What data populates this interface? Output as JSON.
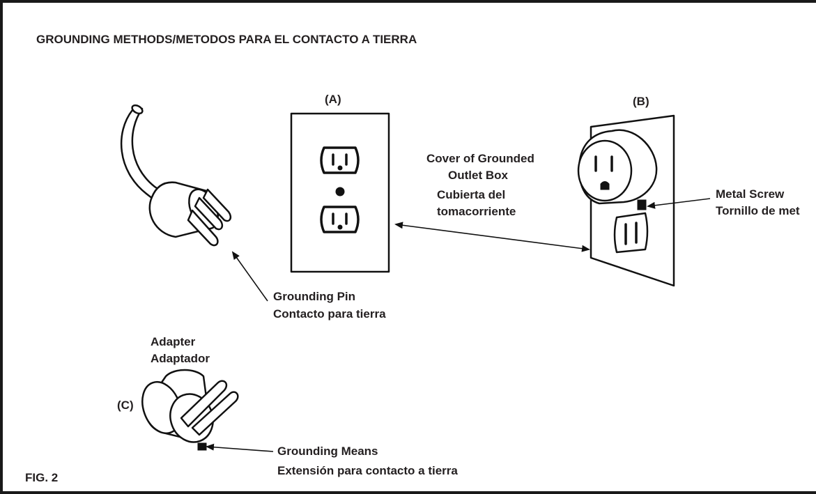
{
  "title": "GROUNDING METHODS/METODOS PARA EL CONTACTO A TIERRA",
  "figure_label": "FIG. 2",
  "labels": {
    "a": "(A)",
    "b": "(B)",
    "c": "(C)",
    "cover_en_1": "Cover of Grounded",
    "cover_en_2": "Outlet Box",
    "cover_es_1": "Cubierta del",
    "cover_es_2": "tomacorriente",
    "screw_en": "Metal Screw",
    "screw_es": "Tornillo de met",
    "pin_en": "Grounding Pin",
    "pin_es": "Contacto para tierra",
    "adapter_en": "Adapter",
    "adapter_es": "Adaptador",
    "means_en": "Grounding Means",
    "means_es": "Extensión para contacto a tierra"
  },
  "colors": {
    "ink": "#111111",
    "text": "#231f20",
    "paper": "#ffffff"
  }
}
